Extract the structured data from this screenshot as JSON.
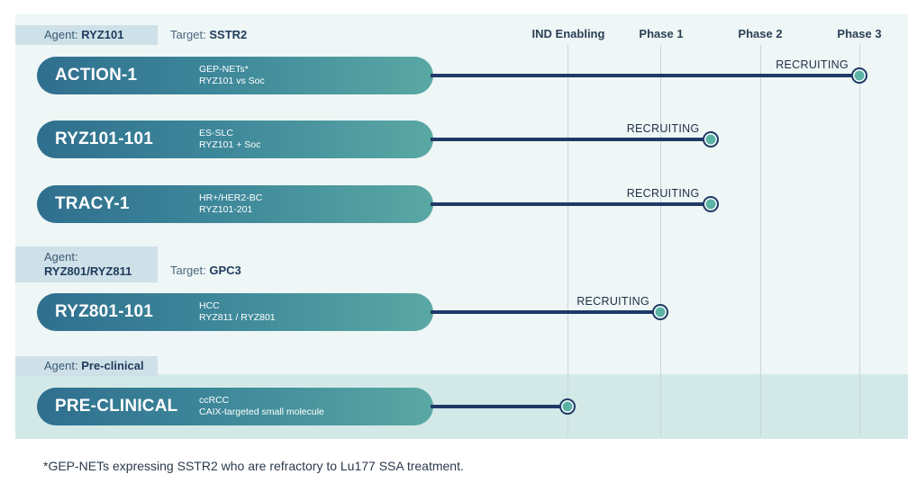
{
  "phases": [
    "IND Enabling",
    "Phase 1",
    "Phase 2",
    "Phase 3"
  ],
  "groups": [
    {
      "agent_label": "Agent:",
      "agent": "RYZ101",
      "target_label": "Target:",
      "target": "SSTR2"
    },
    {
      "agent_label": "Agent:",
      "agent": "RYZ801/RYZ811",
      "target_label": "Target:",
      "target": "GPC3"
    },
    {
      "agent_label": "Agent:",
      "agent": "Pre-clinical",
      "target_label": "",
      "target": ""
    }
  ],
  "programs": [
    {
      "name": "ACTION-1",
      "line1": "GEP-NETs*",
      "line2": "RYZ101 vs Soc",
      "status": "RECRUITING",
      "progress_phase": 3.0
    },
    {
      "name": "RYZ101-101",
      "line1": "ES-SLC",
      "line2": "RYZ101 + Soc",
      "status": "RECRUITING",
      "progress_phase": 1.5
    },
    {
      "name": "TRACY-1",
      "line1": "HR+/HER2-BC",
      "line2": "RYZ101-201",
      "status": "RECRUITING",
      "progress_phase": 1.5
    },
    {
      "name": "RYZ801-101",
      "line1": "HCC",
      "line2": "RYZ811 / RYZ801",
      "status": "RECRUITING",
      "progress_phase": 1.0
    },
    {
      "name": "PRE-CLINICAL",
      "line1": "ccRCC",
      "line2": "CAIX-targeted small molecule",
      "status": "",
      "progress_phase": 0.0
    }
  ],
  "footnote": "*GEP-NETs expressing SSTR2 who are refractory to Lu177 SSA treatment.",
  "colors": {
    "bar": "#1f3a66",
    "dot": "#5bb3a6",
    "pill_start": "#2f6f8e",
    "pill_end": "#5aa8a4"
  },
  "chart_data": {
    "type": "bar",
    "categories": [
      "ACTION-1",
      "RYZ101-101",
      "TRACY-1",
      "RYZ801-101",
      "PRE-CLINICAL"
    ],
    "x_categories": [
      "IND Enabling",
      "Phase 1",
      "Phase 2",
      "Phase 3"
    ],
    "values": [
      3.0,
      1.5,
      1.5,
      1.0,
      0.0
    ],
    "orientation": "horizontal",
    "title": "",
    "xlabel": "",
    "ylabel": ""
  }
}
